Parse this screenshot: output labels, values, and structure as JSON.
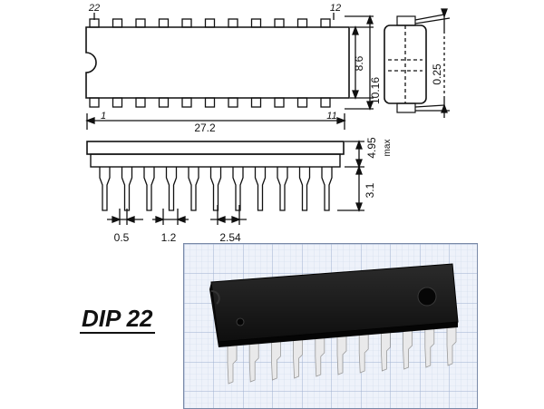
{
  "package_name": "DIP 22",
  "pin_labels": {
    "top_left": "22",
    "top_right": "12",
    "bottom_left": "1",
    "bottom_right": "11"
  },
  "dimensions": {
    "length": "27.2",
    "width_body": "8.6",
    "width_rows": "10.16",
    "lead_thickness": "0.25",
    "body_height": "4.95",
    "body_height_note": "max",
    "lead_length": "3.1",
    "lead_width": "0.5",
    "shoulder_width": "1.2",
    "pitch": "2.54"
  },
  "colors": {
    "line": "#111111",
    "chip": "#1a1a1a",
    "grid_major": "#9fb0d0",
    "grid_minor": "#cfd8ea",
    "paper": "#eef2fa"
  }
}
